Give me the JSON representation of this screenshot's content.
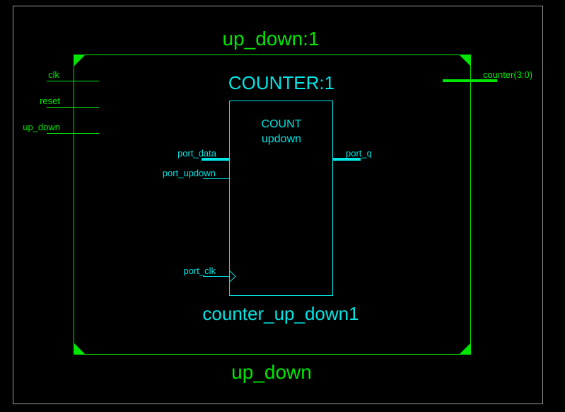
{
  "colors": {
    "background": "#000000",
    "frame": "#9a9a9a",
    "green": "#00e600",
    "cyan": "#00e5e5"
  },
  "schematic": {
    "top_title": "up_down:1",
    "bottom_title": "up_down",
    "inputs": [
      "clk",
      "reset",
      "up_down"
    ],
    "output": "counter(3:0)",
    "instance_label": "COUNTER:1",
    "instance_name": "counter_up_down1",
    "block": {
      "title_line1": "COUNT",
      "title_line2": "updown",
      "ports": {
        "data": "port_data",
        "updown": "port_updown",
        "clk": "port_clk",
        "q": "port_q"
      }
    }
  }
}
